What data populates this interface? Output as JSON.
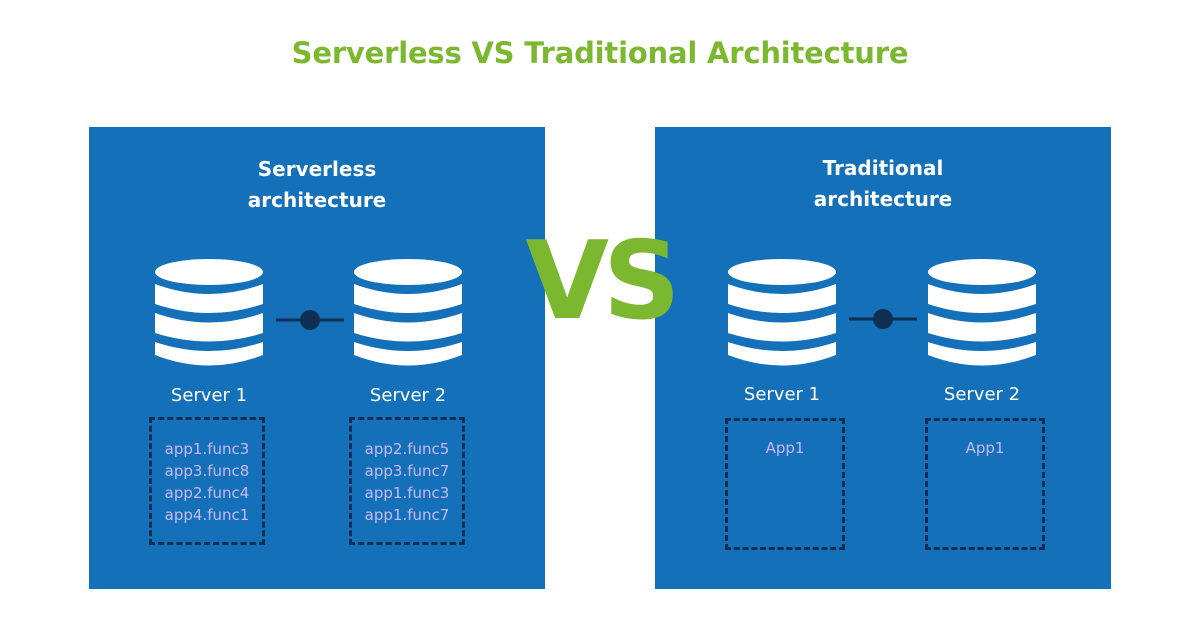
{
  "title": "Serverless VS Traditional Architecture",
  "vs_text": "VS",
  "colors": {
    "accent_green": "#7cb82f",
    "panel_blue": "#1471b9",
    "dark_navy": "#0e2f52",
    "func_text": "#c9b6f2"
  },
  "panels": [
    {
      "title_lines": [
        "Serverless",
        "architecture"
      ],
      "servers": [
        {
          "label": "Server 1",
          "items": [
            "app1.func3",
            "app3.func8",
            "app2.func4",
            "app4.func1"
          ]
        },
        {
          "label": "Server 2",
          "items": [
            "app2.func5",
            "app3.func7",
            "app1.func3",
            "app1.func7"
          ]
        }
      ]
    },
    {
      "title_lines": [
        "Traditional",
        "architecture"
      ],
      "servers": [
        {
          "label": "Server 1",
          "items": [
            "App1"
          ]
        },
        {
          "label": "Server 2",
          "items": [
            "App1"
          ]
        }
      ]
    }
  ]
}
